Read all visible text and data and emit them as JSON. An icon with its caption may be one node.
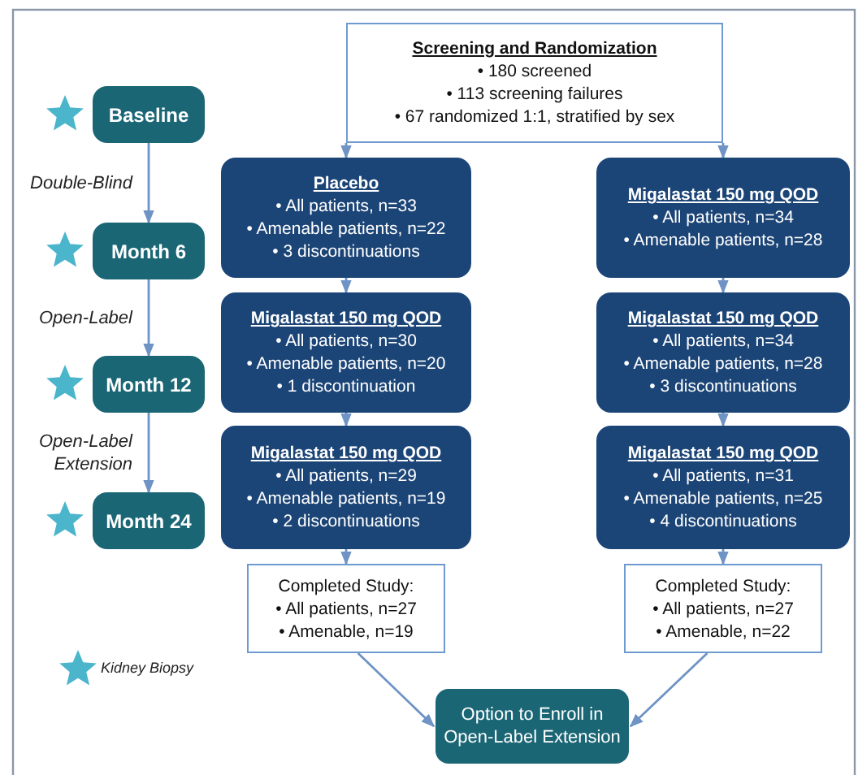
{
  "diagram": {
    "nodes": [
      {
        "text": [
          "Screening and Randomization",
          "• 180 screened",
          "• 113 screening failures",
          "• 67 randomized 1:1, stratified by sex"
        ]
      },
      {
        "text": [
          "Baseline"
        ]
      },
      {
        "text": [
          "Month 6"
        ]
      },
      {
        "text": [
          "Month 12"
        ]
      },
      {
        "text": [
          "Month 24"
        ]
      },
      {
        "text": [
          "Placebo",
          "• All patients, n=33",
          "• Amenable patients, n=22",
          "• 3 discontinuations"
        ]
      },
      {
        "text": [
          "Migalastat 150 mg QOD",
          "• All patients, n=34",
          "• Amenable patients, n=28"
        ]
      },
      {
        "text": [
          "Migalastat 150 mg QOD",
          "• All patients, n=30",
          "• Amenable patients, n=20",
          "• 1 discontinuation"
        ]
      },
      {
        "text": [
          "Migalastat 150 mg QOD",
          "• All patients, n=34",
          "• Amenable patients, n=28",
          "• 3 discontinuations"
        ]
      },
      {
        "text": [
          "Migalastat 150 mg QOD",
          "• All patients, n=29",
          "• Amenable patients, n=19",
          "• 2 discontinuations"
        ]
      },
      {
        "text": [
          "Migalastat 150 mg QOD",
          "• All patients, n=31",
          "• Amenable patients, n=25",
          "• 4 discontinuations"
        ]
      },
      {
        "text": [
          "Completed Study:",
          "• All patients, n=27",
          "• Amenable, n=19"
        ]
      },
      {
        "text": [
          "Completed Study:",
          "• All patients, n=27",
          "• Amenable, n=22"
        ]
      },
      {
        "text": [
          "Option to Enroll in Open-Label Extension"
        ]
      }
    ],
    "edges": [
      {
        "from": 0,
        "to": 5,
        "arrow": "to"
      },
      {
        "from": 0,
        "to": 6,
        "arrow": "to"
      },
      {
        "from": 1,
        "to": 2,
        "arrow": "to",
        "label": "Double-Blind"
      },
      {
        "from": 2,
        "to": 3,
        "arrow": "to",
        "label": "Open-Label"
      },
      {
        "from": 3,
        "to": 4,
        "arrow": "to",
        "label": "Open-Label Extension"
      },
      {
        "from": 5,
        "to": 7,
        "arrow": "to"
      },
      {
        "from": 7,
        "to": 9,
        "arrow": "to"
      },
      {
        "from": 9,
        "to": 11,
        "arrow": "to"
      },
      {
        "from": 6,
        "to": 8,
        "arrow": "to"
      },
      {
        "from": 8,
        "to": 10,
        "arrow": "to"
      },
      {
        "from": 10,
        "to": 12,
        "arrow": "to"
      },
      {
        "from": 11,
        "to": 13,
        "arrow": "to"
      },
      {
        "from": 12,
        "to": 13,
        "arrow": "to"
      }
    ],
    "legend": [
      {
        "text": "Kidney Biopsy"
      }
    ]
  }
}
